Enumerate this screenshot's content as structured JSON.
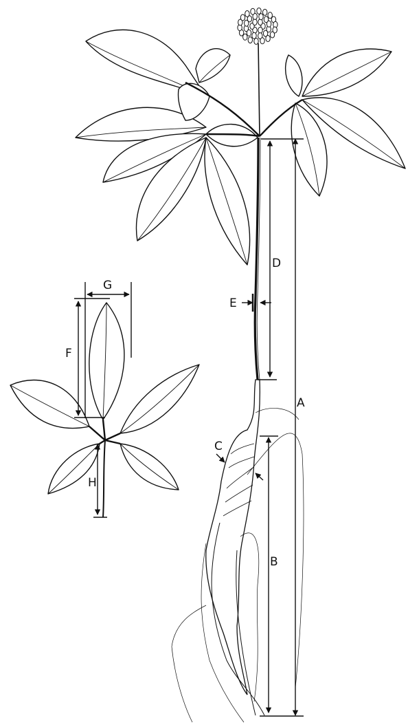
{
  "diagram": {
    "labels": {
      "A": "A",
      "B": "B",
      "C": "C",
      "D": "D",
      "E": "E",
      "F": "F",
      "G": "G",
      "H": "H"
    },
    "colors": {
      "line": "#111111",
      "fill": "#ffffff"
    }
  }
}
